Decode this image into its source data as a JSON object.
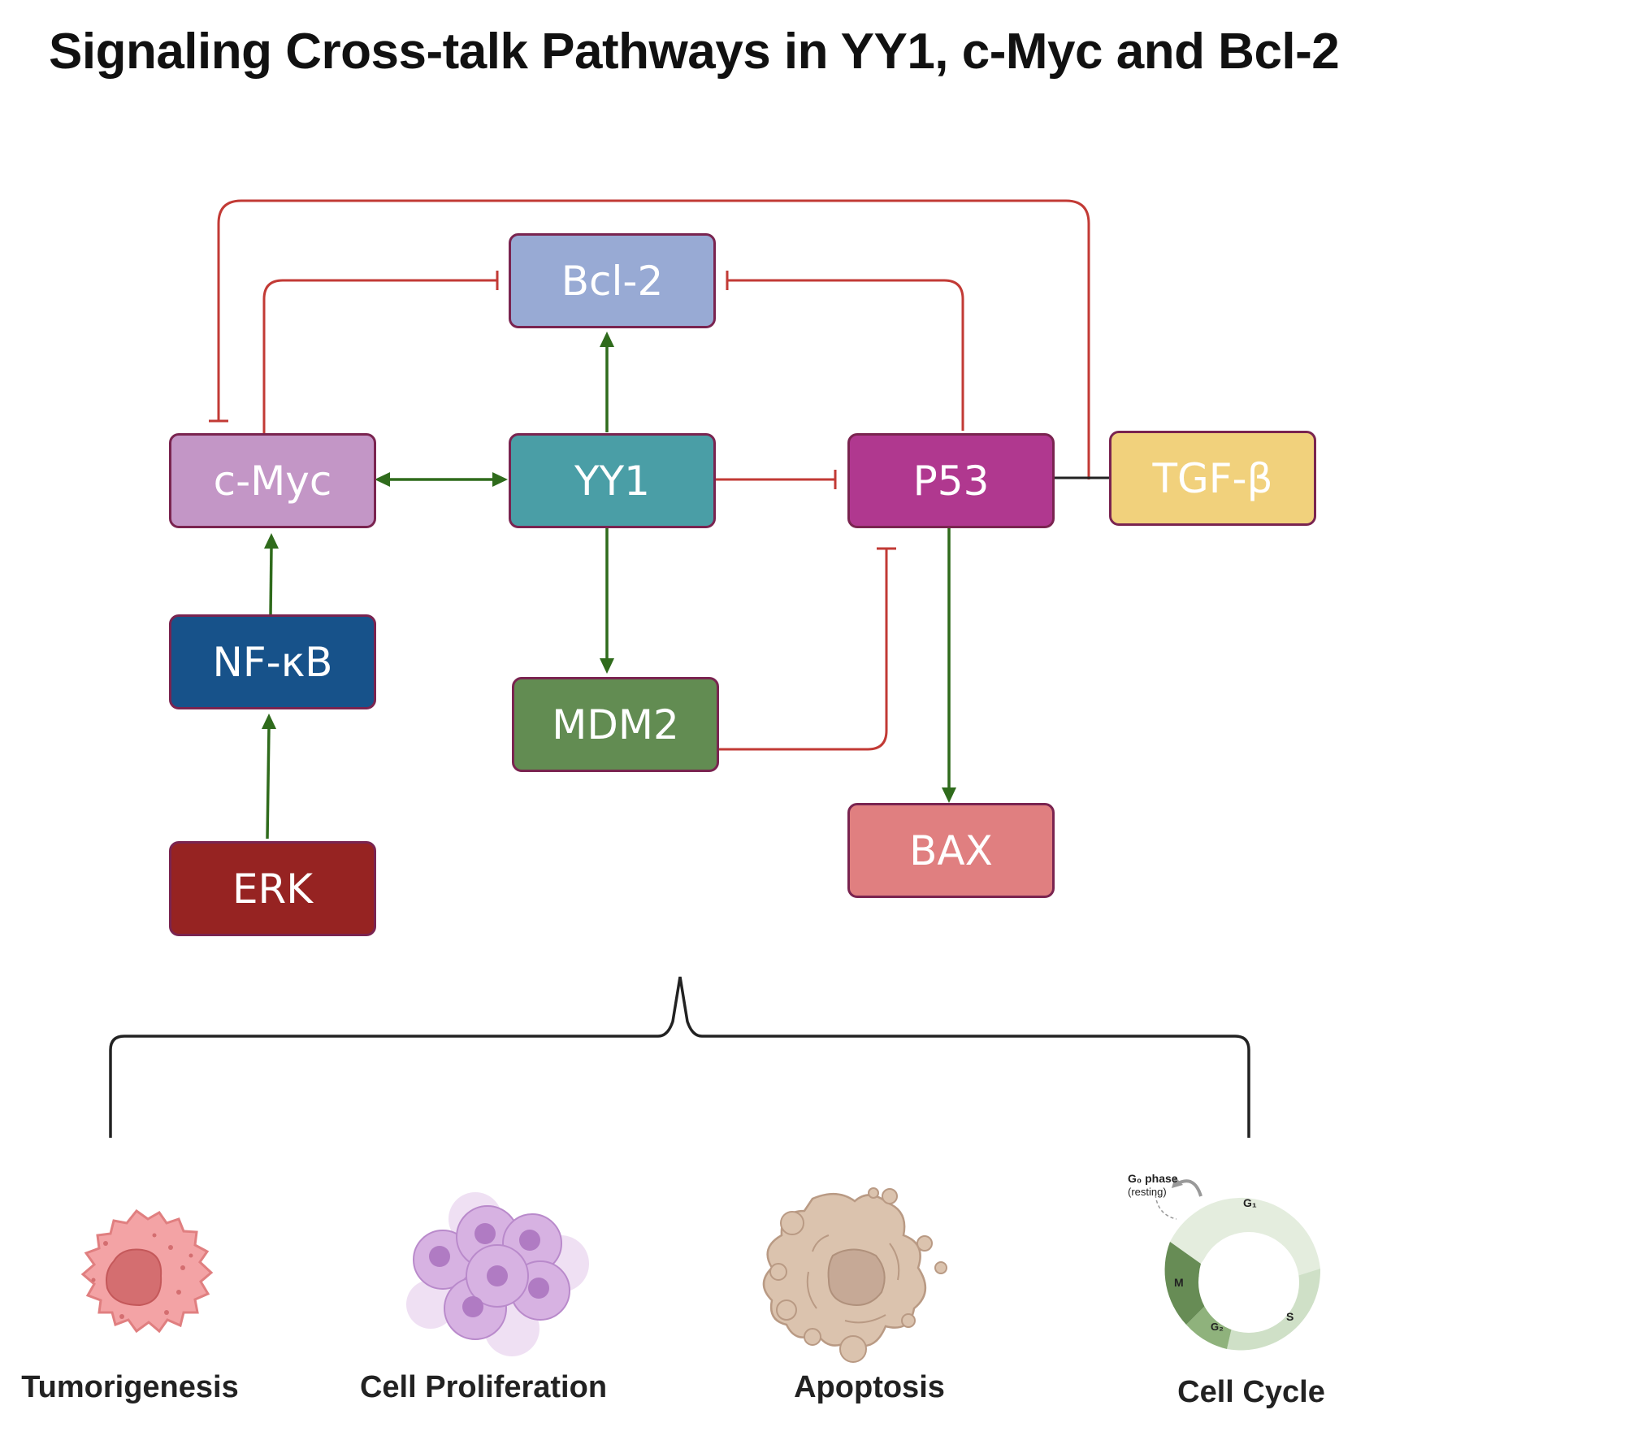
{
  "title": "Signaling Cross-talk Pathways in YY1, c-Myc and Bcl-2",
  "nodes": {
    "bcl2": {
      "label": "Bcl-2",
      "color": "#98aad4"
    },
    "cmyc": {
      "label": "c-Myc",
      "color": "#c396c6"
    },
    "yy1": {
      "label": "YY1",
      "color": "#4a9ea6"
    },
    "p53": {
      "label": "P53",
      "color": "#b0388f"
    },
    "tgfb": {
      "label": "TGF-β",
      "color": "#f1d17c"
    },
    "nfkb": {
      "label": "NF-κB",
      "color": "#17528a"
    },
    "mdm2": {
      "label": "MDM2",
      "color": "#628c52"
    },
    "bax": {
      "label": "BAX",
      "color": "#e07f80"
    },
    "erk": {
      "label": "ERK",
      "color": "#962322"
    }
  },
  "edge_colors": {
    "activation": "#2f6b1c",
    "inhibition": "#c23a35",
    "neutral": "#222222"
  },
  "edges": [
    {
      "from": "ERK",
      "to": "NF-κB",
      "type": "activation"
    },
    {
      "from": "NF-κB",
      "to": "c-Myc",
      "type": "activation"
    },
    {
      "from": "c-Myc",
      "to": "YY1",
      "type": "bidirectional-activation"
    },
    {
      "from": "YY1",
      "to": "Bcl-2",
      "type": "activation"
    },
    {
      "from": "YY1",
      "to": "MDM2",
      "type": "activation"
    },
    {
      "from": "YY1",
      "to": "P53",
      "type": "inhibition"
    },
    {
      "from": "c-Myc",
      "to": "Bcl-2",
      "type": "inhibition"
    },
    {
      "from": "P53",
      "to": "Bcl-2",
      "type": "inhibition"
    },
    {
      "from": "TGF-β",
      "to": "c-Myc",
      "type": "inhibition"
    },
    {
      "from": "MDM2",
      "to": "P53",
      "type": "inhibition"
    },
    {
      "from": "P53",
      "to": "BAX",
      "type": "activation"
    },
    {
      "from": "TGF-β",
      "to": "P53",
      "type": "neutral"
    }
  ],
  "outcomes": [
    {
      "label": "Tumorigenesis",
      "icon": "cancer-cell-icon"
    },
    {
      "label": "Cell Proliferation",
      "icon": "cell-cluster-icon"
    },
    {
      "label": "Apoptosis",
      "icon": "apoptotic-cell-icon"
    },
    {
      "label": "Cell Cycle",
      "icon": "cell-cycle-icon"
    }
  ],
  "cell_cycle": {
    "g0_label": "G₀ phase",
    "g0_sub": "(resting)",
    "phases": [
      "G₁",
      "S",
      "G₂",
      "M"
    ]
  }
}
